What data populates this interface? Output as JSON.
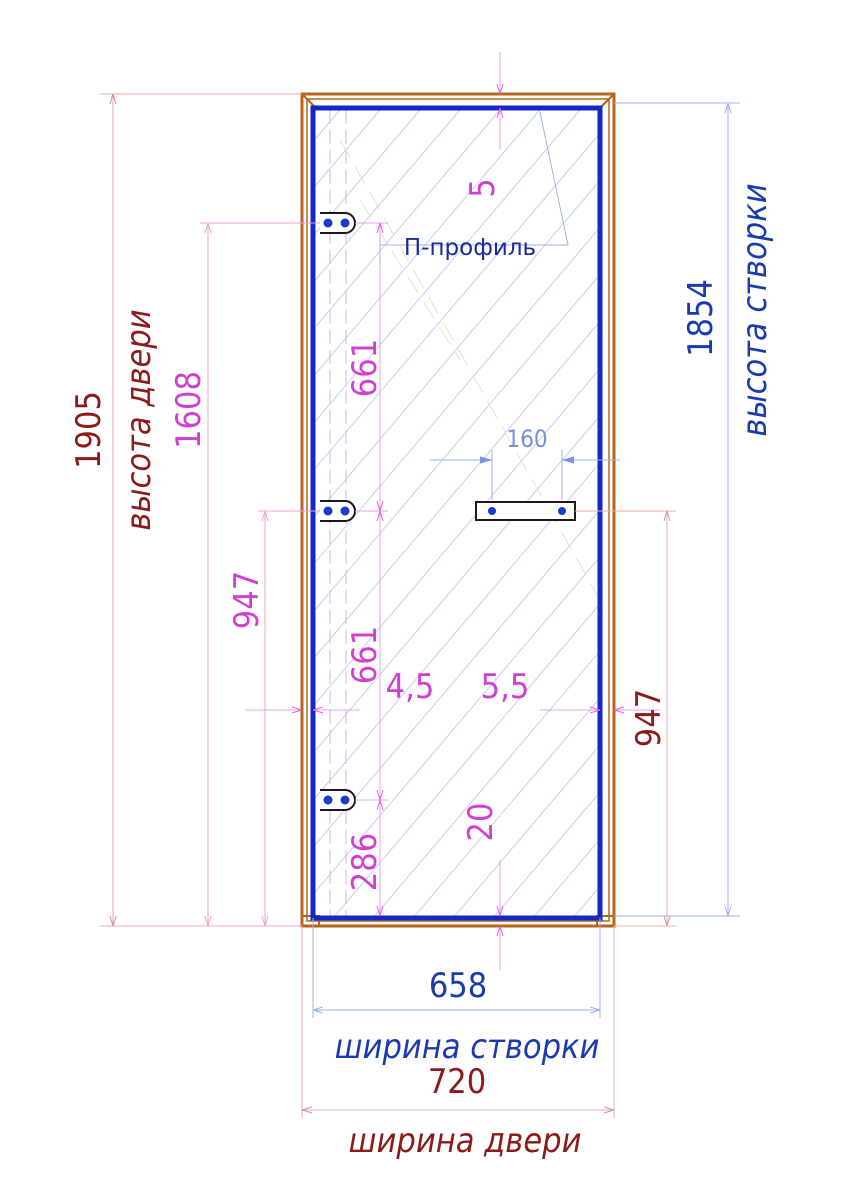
{
  "colors": {
    "door_frame": "#b5651d",
    "sash": "#1428c8",
    "dim_pink": "#e060e0",
    "dim_pink_light": "#f0a0d0",
    "dim_red": "#c86464",
    "dim_red_text": "#8b1a1a",
    "dim_blue_light": "#a0b0e8",
    "dim_blue_text": "#1a3ab0",
    "hatch": "#b8c4ee",
    "hinge": "#1a3ad0"
  },
  "labels": {
    "door_height_value": "1905",
    "door_height_label": "высота двери",
    "sash_inner_height_value": "1608",
    "lower_height_left_value": "947",
    "lower_height_right_value": "947",
    "sash_height_value": "1854",
    "sash_height_label": "высота створки",
    "top_gap_value": "5",
    "profile_label": "П-профиль",
    "hinge_upper_span_value": "661",
    "hinge_lower_span_value": "661",
    "hinge_bottom_value": "286",
    "handle_width_value": "160",
    "left_gap_value": "4,5",
    "right_gap_value": "5,5",
    "bottom_gap_value": "20",
    "sash_width_value": "658",
    "sash_width_label": "ширина створки",
    "door_width_value": "720",
    "door_width_label": "ширина двери"
  }
}
